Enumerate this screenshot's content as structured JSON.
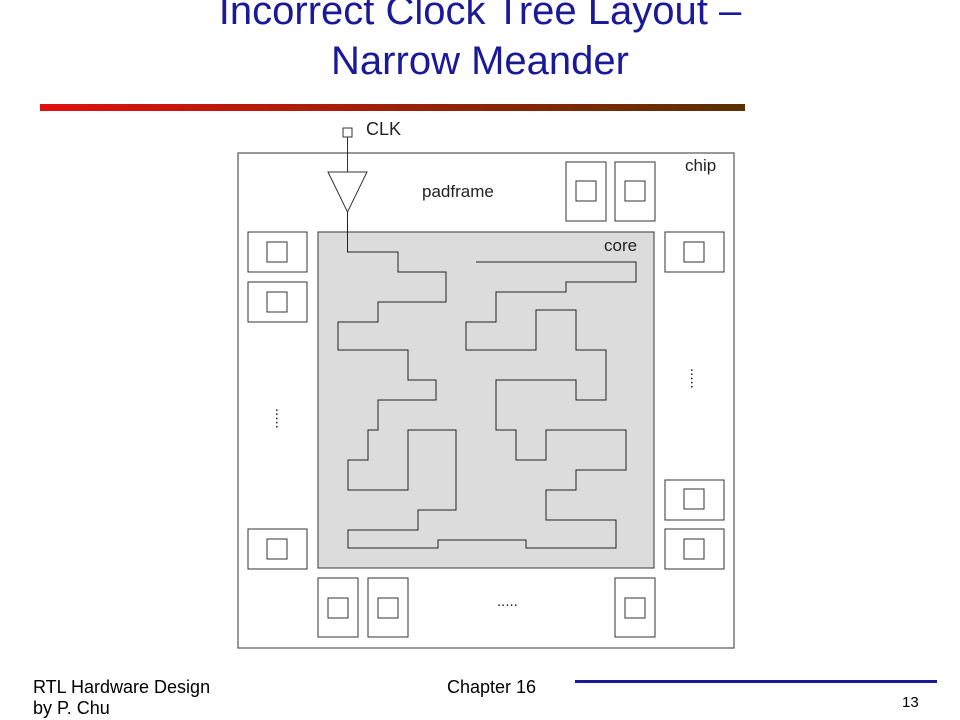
{
  "slide": {
    "title_line1": "Incorrect Clock Tree Layout –",
    "title_line2": "Narrow Meander",
    "footer_book": "RTL Hardware Design",
    "footer_author": "by P. Chu",
    "footer_chapter": "Chapter 16",
    "page_number": "13"
  },
  "colors": {
    "title": "#1a1a99",
    "bar_start": "#e01010",
    "bar_end": "#5a3000",
    "core_fill": "#dcdcdc",
    "outline": "#555555"
  },
  "diagram": {
    "clk_label": "CLK",
    "chip_label": "chip",
    "padframe_label": "padframe",
    "core_label": "core",
    "ellipsis_left": ".....",
    "ellipsis_right": ".....",
    "ellipsis_bottom": "....."
  }
}
